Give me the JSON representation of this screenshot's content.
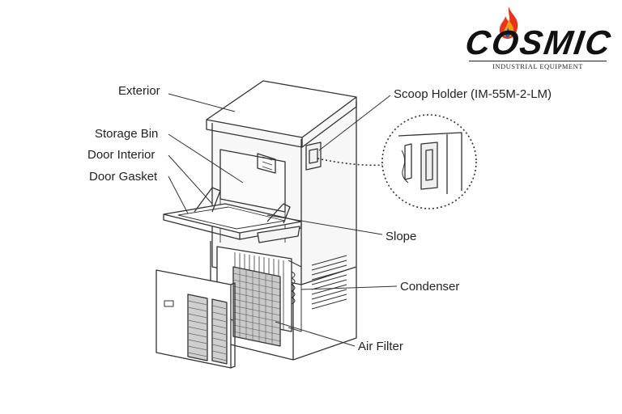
{
  "brand": {
    "name": "COSMIC",
    "tagline": "INDUSTRIAL EQUIPMENT",
    "colors": {
      "flame_outer": "#e8341c",
      "flame_inner": "#f59b1a",
      "drop": "#1f5fb8",
      "text": "#111111"
    }
  },
  "labels": {
    "exterior": "Exterior",
    "storage_bin": "Storage Bin",
    "door_interior": "Door Interior",
    "door_gasket": "Door Gasket",
    "scoop_holder": "Scoop Holder (IM-55M-2-LM)",
    "slope": "Slope",
    "condenser": "Condenser",
    "air_filter": "Air Filter"
  },
  "colors": {
    "line": "#333333",
    "label": "#222222",
    "shade": "#dcdcdc",
    "background": "#ffffff"
  }
}
